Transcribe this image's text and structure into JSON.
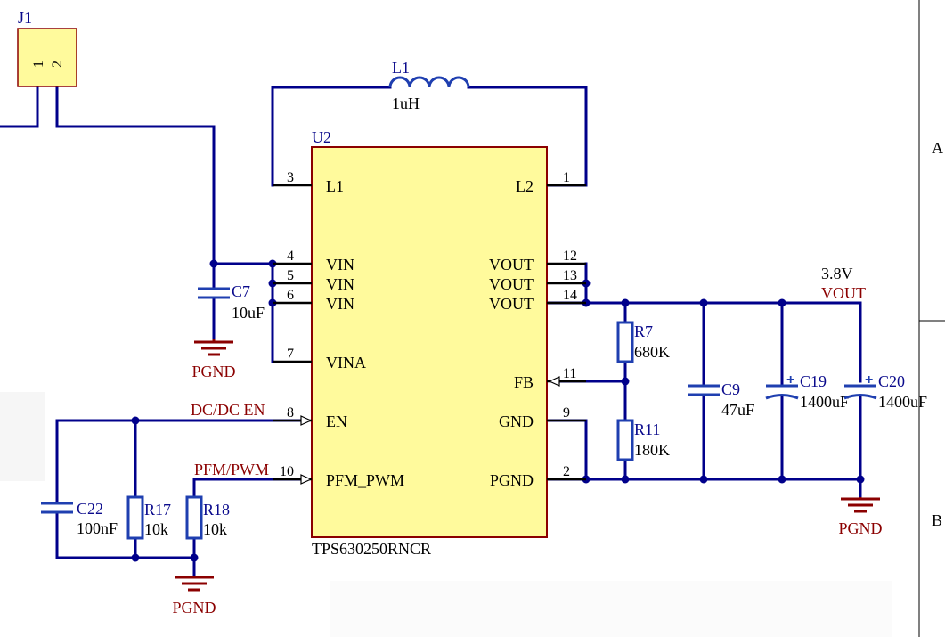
{
  "connector": {
    "ref": "J1",
    "pin1": "1",
    "pin2": "2"
  },
  "ic": {
    "ref": "U2",
    "part": "TPS630250RNCR",
    "left_pins": [
      {
        "num": "3",
        "name": "L1"
      },
      {
        "num": "4",
        "name": "VIN"
      },
      {
        "num": "5",
        "name": "VIN"
      },
      {
        "num": "6",
        "name": "VIN"
      },
      {
        "num": "7",
        "name": "VINA"
      },
      {
        "num": "8",
        "name": "EN"
      },
      {
        "num": "10",
        "name": "PFM_PWM"
      }
    ],
    "right_pins": [
      {
        "num": "1",
        "name": "L2"
      },
      {
        "num": "12",
        "name": "VOUT"
      },
      {
        "num": "13",
        "name": "VOUT"
      },
      {
        "num": "14",
        "name": "VOUT"
      },
      {
        "num": "11",
        "name": "FB"
      },
      {
        "num": "9",
        "name": "GND"
      },
      {
        "num": "2",
        "name": "PGND"
      }
    ]
  },
  "components": {
    "L1": {
      "ref": "L1",
      "value": "1uH"
    },
    "C7": {
      "ref": "C7",
      "value": "10uF"
    },
    "R7": {
      "ref": "R7",
      "value": "680K"
    },
    "R11": {
      "ref": "R11",
      "value": "180K"
    },
    "C9": {
      "ref": "C9",
      "value": "47uF"
    },
    "C19": {
      "ref": "C19",
      "value": "1400uF"
    },
    "C20": {
      "ref": "C20",
      "value": "1400uF"
    },
    "C22": {
      "ref": "C22",
      "value": "100nF"
    },
    "R17": {
      "ref": "R17",
      "value": "10k"
    },
    "R18": {
      "ref": "R18",
      "value": "10k"
    }
  },
  "nets": {
    "vout_voltage": "3.8V",
    "vout_name": "VOUT",
    "en_net": "DC/DC EN",
    "pwm_net": "PFM/PWM",
    "ground": "PGND"
  },
  "border": {
    "zone_a": "A",
    "zone_b": "B"
  },
  "colors": {
    "wire": "#00008b",
    "component": "#1f3fb0",
    "ic_fill": "#fffa9c",
    "ground": "#8b0000",
    "net_label": "#8b0000"
  }
}
